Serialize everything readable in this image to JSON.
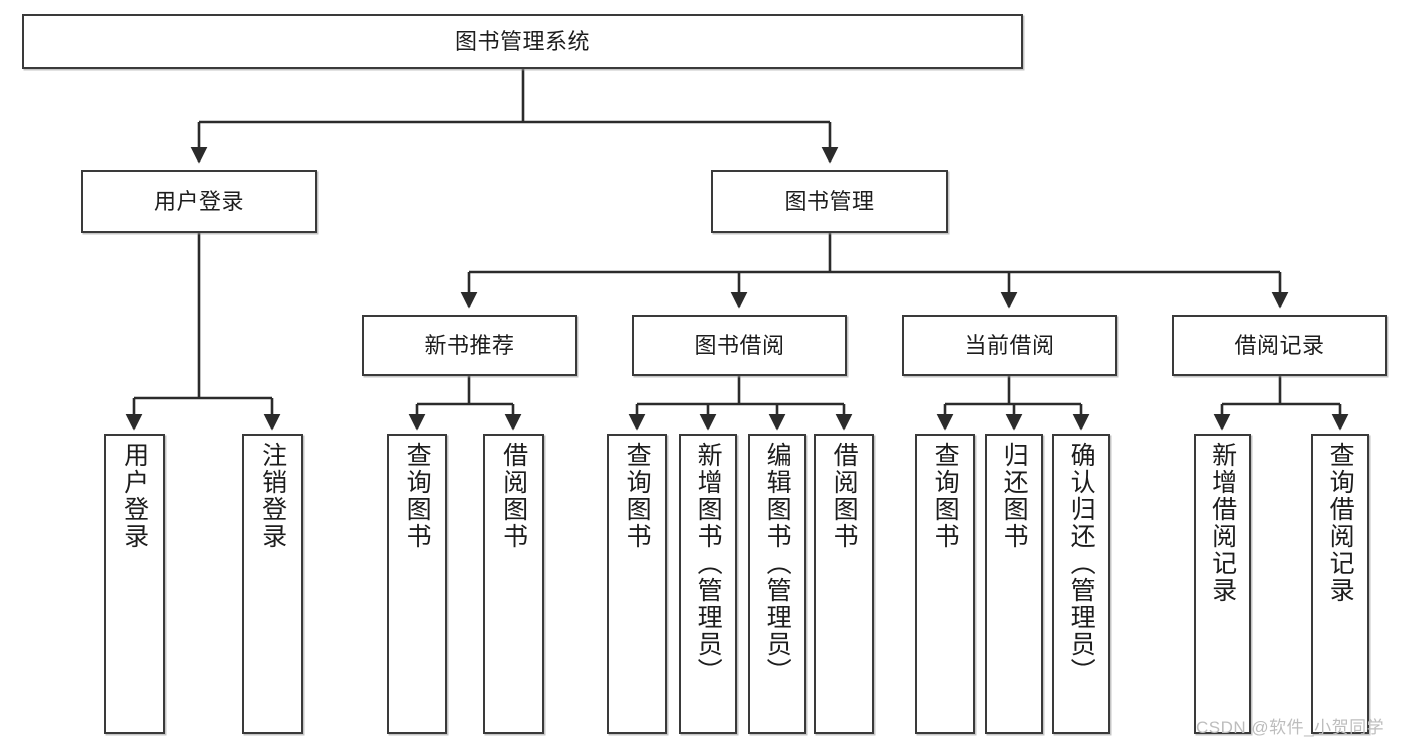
{
  "diagram": {
    "type": "tree-hierarchy",
    "title": "图书管理系统",
    "watermark": "CSDN @软件_小贺同学",
    "colors": {
      "border": "#3a3a3a",
      "background": "#ffffff",
      "text": "#1d1d1d",
      "edge": "#2b2b2b",
      "watermark": "#bdbdbd"
    },
    "nodes": {
      "root": {
        "label": "图书管理系统"
      },
      "level2": [
        {
          "id": "user-login",
          "label": "用户登录"
        },
        {
          "id": "book-manage",
          "label": "图书管理"
        }
      ],
      "level3": [
        {
          "id": "new-book-recommend",
          "label": "新书推荐"
        },
        {
          "id": "book-borrow",
          "label": "图书借阅"
        },
        {
          "id": "current-borrow",
          "label": "当前借阅"
        },
        {
          "id": "borrow-record",
          "label": "借阅记录"
        }
      ],
      "leaves": [
        {
          "id": "leaf-user-login",
          "label": "用户登录",
          "parent": "user-login"
        },
        {
          "id": "leaf-logout-login",
          "label": "注销登录",
          "parent": "user-login"
        },
        {
          "id": "leaf-query-book-1",
          "label": "查询图书",
          "parent": "new-book-recommend"
        },
        {
          "id": "leaf-borrow-book-1",
          "label": "借阅图书",
          "parent": "new-book-recommend"
        },
        {
          "id": "leaf-query-book-2",
          "label": "查询图书",
          "parent": "book-borrow"
        },
        {
          "id": "leaf-add-book",
          "label": "新增图书（管理员）",
          "parent": "book-borrow"
        },
        {
          "id": "leaf-edit-book",
          "label": "编辑图书（管理员）",
          "parent": "book-borrow"
        },
        {
          "id": "leaf-borrow-book-2",
          "label": "借阅图书",
          "parent": "book-borrow"
        },
        {
          "id": "leaf-query-book-3",
          "label": "查询图书",
          "parent": "current-borrow"
        },
        {
          "id": "leaf-return-book",
          "label": "归还图书",
          "parent": "current-borrow"
        },
        {
          "id": "leaf-confirm-return",
          "label": "确认归还（管理员）",
          "parent": "current-borrow"
        },
        {
          "id": "leaf-add-record",
          "label": "新增借阅记录",
          "parent": "borrow-record"
        },
        {
          "id": "leaf-query-record",
          "label": "查询借阅记录",
          "parent": "borrow-record"
        }
      ]
    }
  }
}
